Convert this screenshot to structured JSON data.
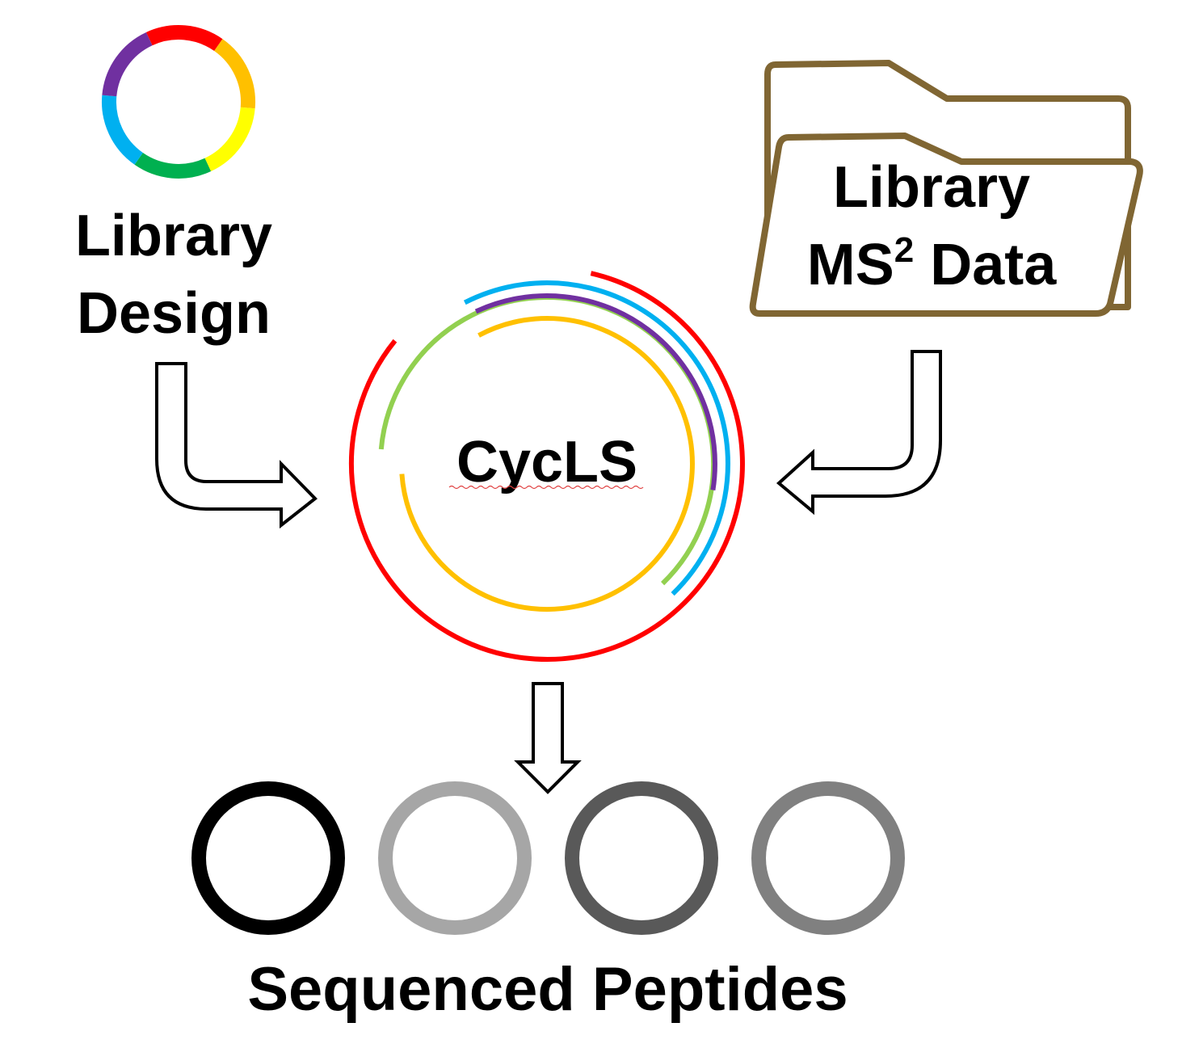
{
  "library_design": {
    "line1": "Library",
    "line2": "Design",
    "ring_colors": [
      "#ff0000",
      "#ffc000",
      "#ffff00",
      "#00b050",
      "#00b0f0",
      "#7030a0"
    ]
  },
  "library_ms2": {
    "line1": "Library",
    "line2_main": "MS",
    "line2_sup": "2",
    "line2_tail": " Data",
    "folder_color": "#806633"
  },
  "center": {
    "label": "CycLS",
    "arc_colors": {
      "outer": "#ff0000",
      "middle": "#00b0f0",
      "inner_green": "#92d050",
      "purple": "#7030a0",
      "orange": "#ffc000"
    }
  },
  "output": {
    "label": "Sequenced Peptides",
    "ring_colors": [
      "#000000",
      "#a6a6a6",
      "#595959",
      "#808080"
    ]
  }
}
